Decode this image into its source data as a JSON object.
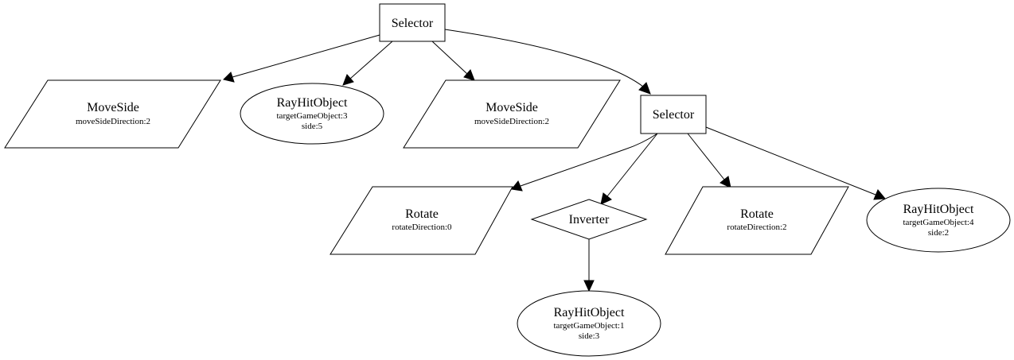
{
  "nodes": {
    "root_selector": {
      "title": "Selector"
    },
    "moveside_1": {
      "title": "MoveSide",
      "params": [
        "moveSideDirection:2"
      ]
    },
    "rayhit_1": {
      "title": "RayHitObject",
      "params": [
        "targetGameObject:3",
        "side:5"
      ]
    },
    "moveside_2": {
      "title": "MoveSide",
      "params": [
        "moveSideDirection:2"
      ]
    },
    "child_selector": {
      "title": "Selector"
    },
    "rotate_1": {
      "title": "Rotate",
      "params": [
        "rotateDirection:0"
      ]
    },
    "inverter": {
      "title": "Inverter"
    },
    "rotate_2": {
      "title": "Rotate",
      "params": [
        "rotateDirection:2"
      ]
    },
    "rayhit_2": {
      "title": "RayHitObject",
      "params": [
        "targetGameObject:4",
        "side:2"
      ]
    },
    "rayhit_3": {
      "title": "RayHitObject",
      "params": [
        "targetGameObject:1",
        "side:3"
      ]
    }
  },
  "edges": [
    {
      "from": "root_selector",
      "to": "moveside_1"
    },
    {
      "from": "root_selector",
      "to": "rayhit_1"
    },
    {
      "from": "root_selector",
      "to": "moveside_2"
    },
    {
      "from": "root_selector",
      "to": "child_selector"
    },
    {
      "from": "child_selector",
      "to": "rotate_1"
    },
    {
      "from": "child_selector",
      "to": "inverter"
    },
    {
      "from": "child_selector",
      "to": "rotate_2"
    },
    {
      "from": "child_selector",
      "to": "rayhit_2"
    },
    {
      "from": "inverter",
      "to": "rayhit_3"
    }
  ]
}
